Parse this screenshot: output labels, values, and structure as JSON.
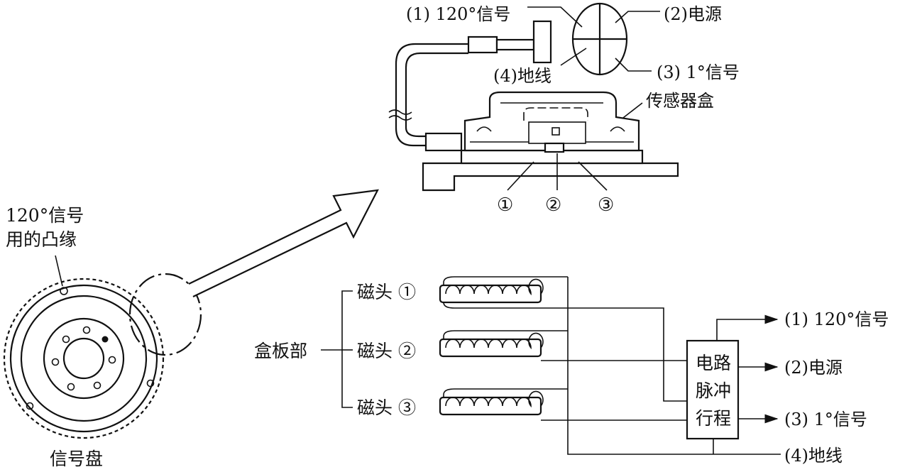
{
  "top_labels": {
    "signal_120": "(1) 120°信号",
    "power": "(2)电源",
    "signal_1": "(3) 1°信号",
    "ground": "(4)地线",
    "sensor_box": "传感器盒",
    "mark1": "①",
    "mark2": "②",
    "mark3": "③"
  },
  "disc_labels": {
    "flange_line1": "120°信号",
    "flange_line2": "用的凸缘",
    "disc_name": "信号盘"
  },
  "circuit": {
    "board": "盒板部",
    "head1": "磁头 ①",
    "head2": "磁头 ②",
    "head3": "磁头 ③",
    "box_line1": "电路",
    "box_line2": "脉冲",
    "box_line3": "行程",
    "out1": "(1) 120°信号",
    "out2": "(2)电源",
    "out3": "(3) 1°信号",
    "out4": "(4)地线"
  }
}
